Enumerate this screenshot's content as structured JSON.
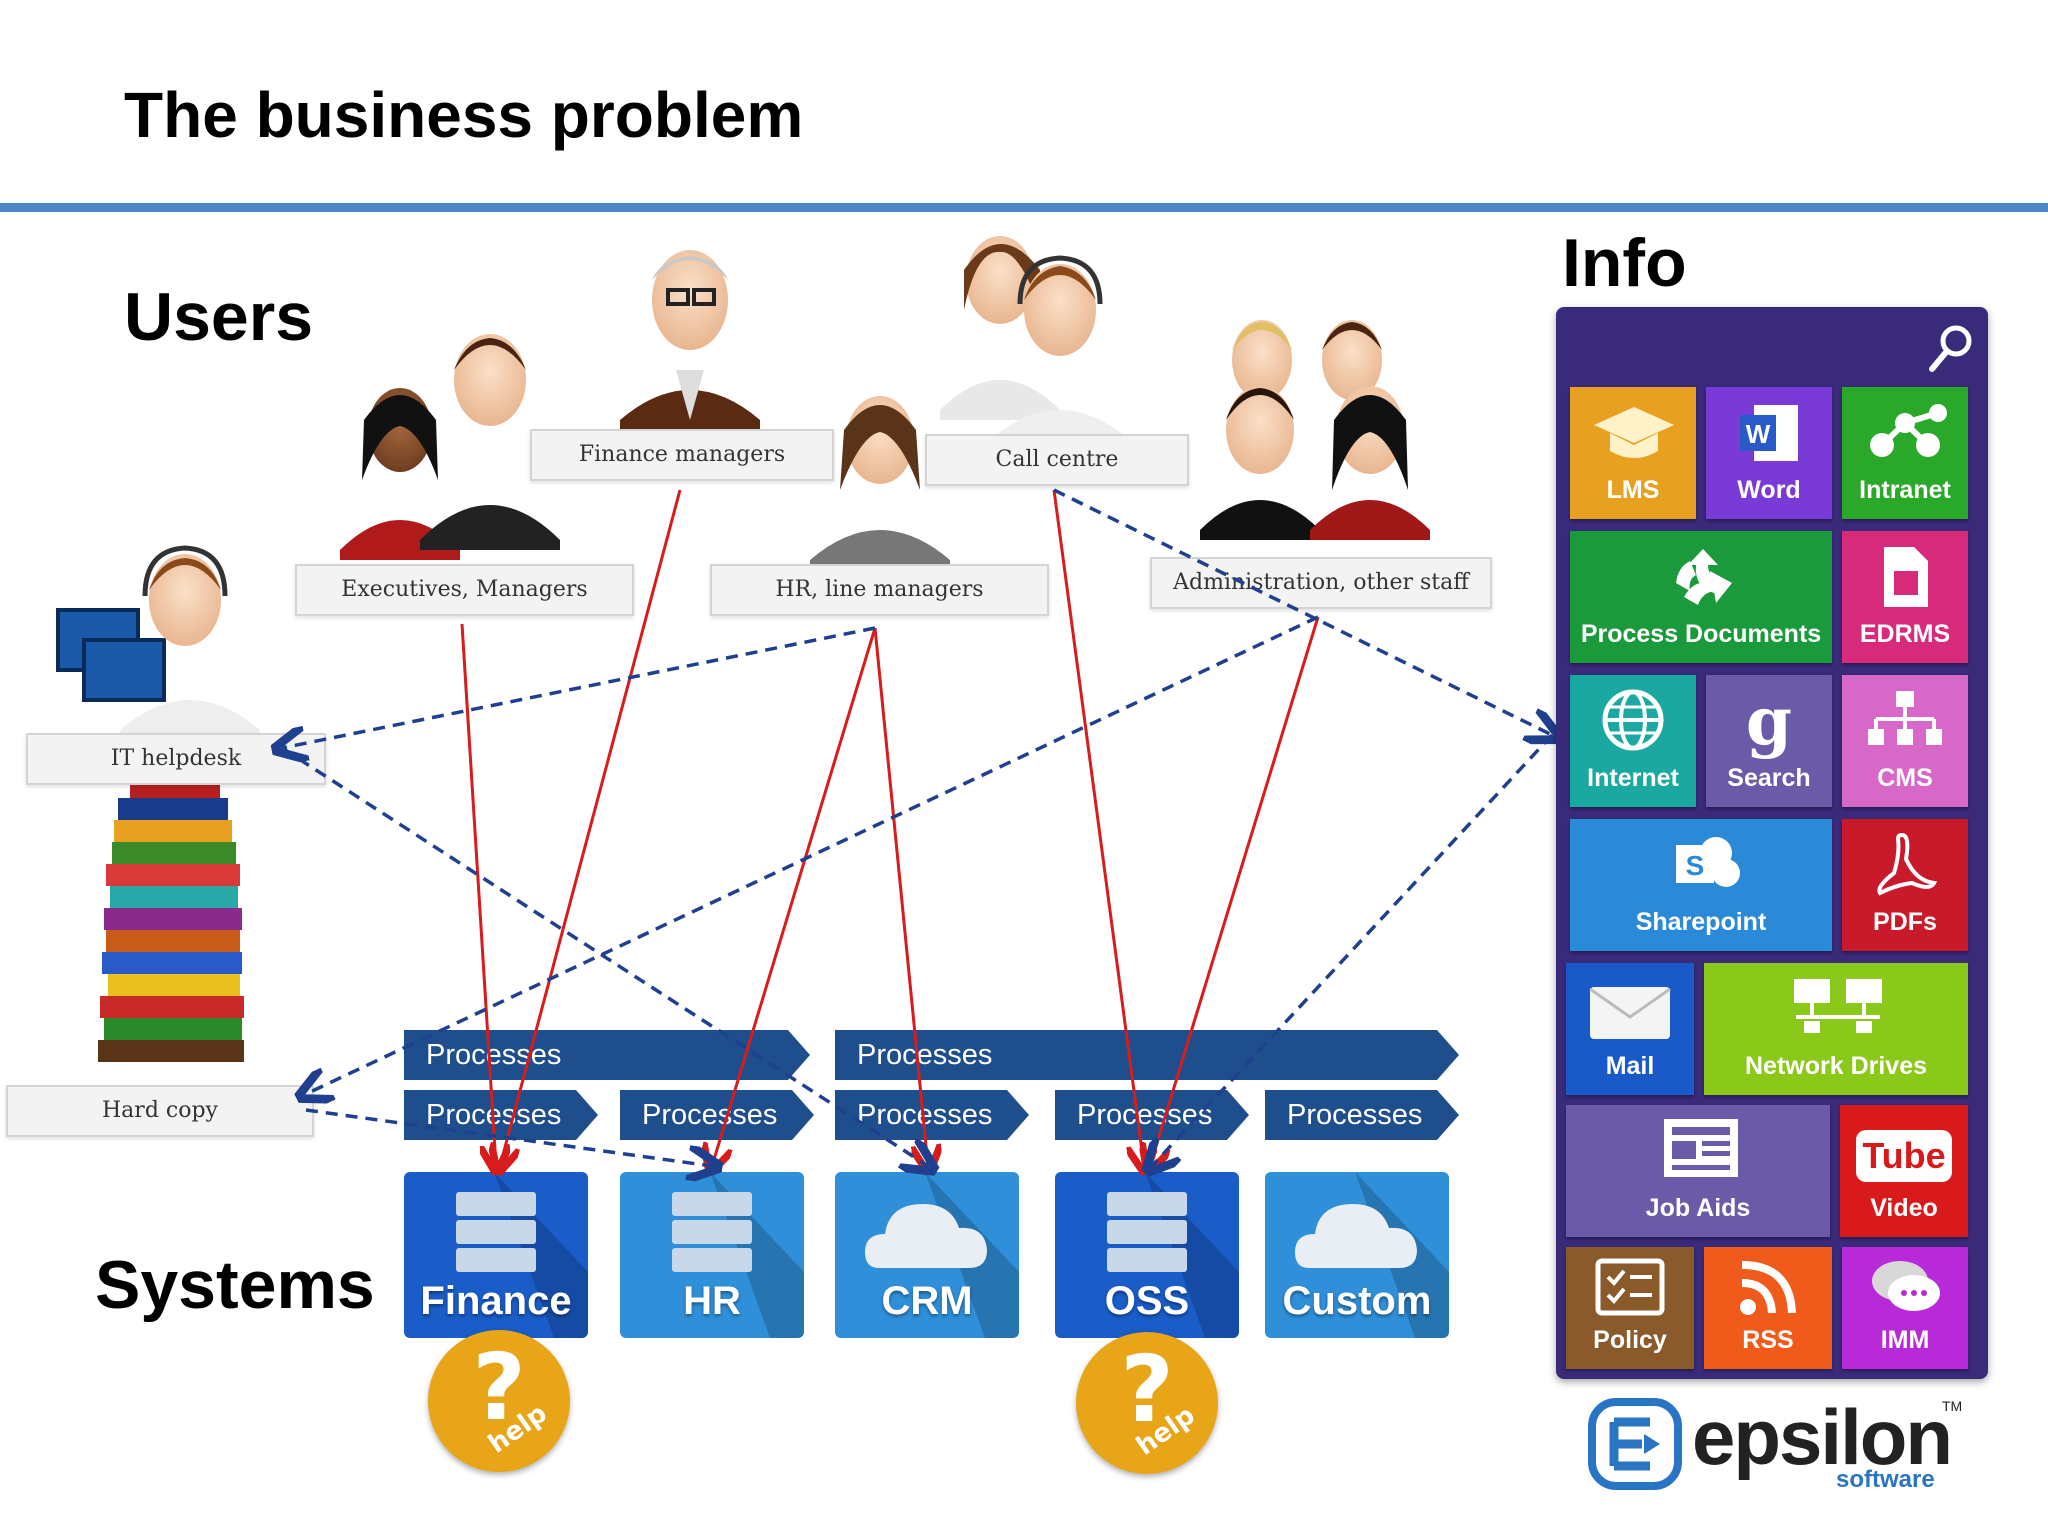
{
  "title": "The business problem",
  "sections": {
    "users": "Users",
    "systems": "Systems",
    "info": "Info"
  },
  "users": {
    "finance_managers": "Finance managers",
    "call_centre": "Call centre",
    "executives_managers": "Executives, Managers",
    "hr_line_managers": "HR, line managers",
    "admin_staff": "Administration, other staff",
    "it_helpdesk": "IT helpdesk",
    "hard_copy": "Hard copy"
  },
  "processes": [
    "Processes",
    "Processes",
    "Processes",
    "Processes",
    "Processes",
    "Processes",
    "Processes"
  ],
  "systems": [
    {
      "label": "Finance",
      "icon": "database-icon",
      "color": "#1a5cc8"
    },
    {
      "label": "HR",
      "icon": "database-icon",
      "color": "#2f8fd8"
    },
    {
      "label": "CRM",
      "icon": "cloud-icon",
      "color": "#2f8fd8"
    },
    {
      "label": "OSS",
      "icon": "database-icon",
      "color": "#1a5cc8"
    },
    {
      "label": "Custom",
      "icon": "cloud-icon",
      "color": "#2f8fd8"
    }
  ],
  "help": "help",
  "info_tiles": {
    "lms": "LMS",
    "word": "Word",
    "intranet": "Intranet",
    "process_documents": "Process Documents",
    "edrms": "EDRMS",
    "internet": "Internet",
    "search": "Search",
    "cms": "CMS",
    "sharepoint": "Sharepoint",
    "pdfs": "PDFs",
    "mail": "Mail",
    "network_drives": "Network Drives",
    "job_aids": "Job Aids",
    "video": "Video",
    "policy": "Policy",
    "rss": "RSS",
    "imm": "IMM",
    "word_glyph": "W",
    "search_glyph": "g",
    "sharepoint_glyph": "S",
    "tube_glyph": "Tube"
  },
  "logo": {
    "name": "epsilon",
    "sub": "software",
    "tm": "TM"
  },
  "colors": {
    "rule": "#4a86c8",
    "process_band": "#1f4e8c",
    "arrow_red": "#d81c1c",
    "arrow_blue": "#1f3f8f",
    "info_bg": "#3a2a7a"
  }
}
